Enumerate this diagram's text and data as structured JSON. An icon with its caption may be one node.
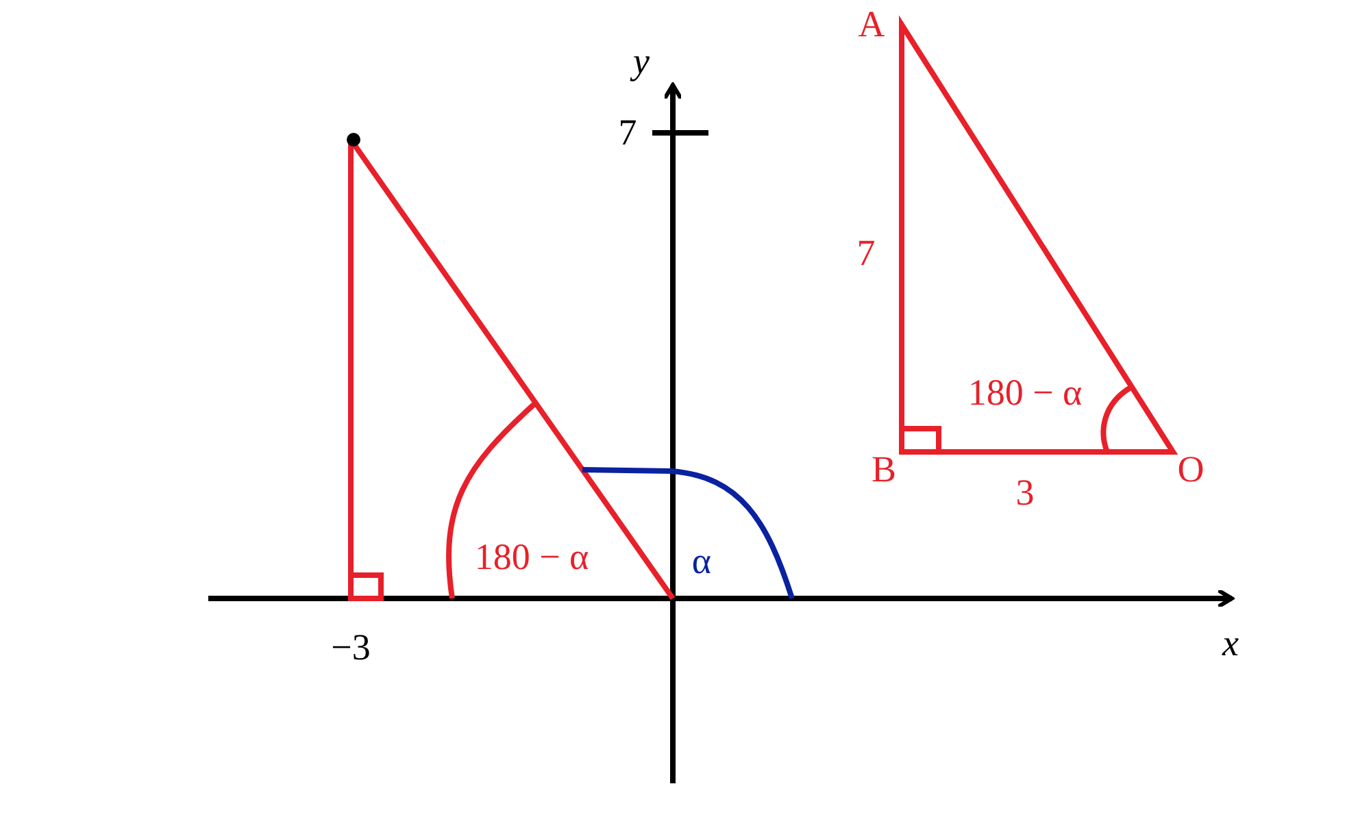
{
  "diagram": {
    "labels": [
      "A",
      "y",
      "7",
      "7",
      "180 − α",
      "B",
      "O",
      "3",
      "180 − α",
      "α",
      "x",
      "−3"
    ]
  }
}
